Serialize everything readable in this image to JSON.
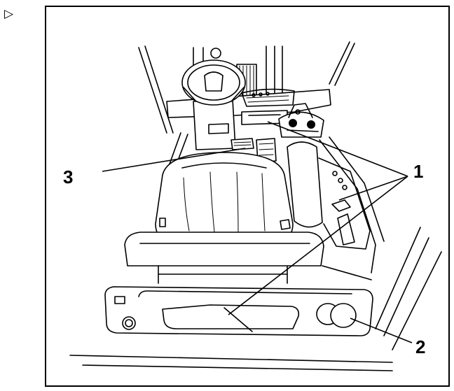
{
  "page": {
    "marker": "▷"
  },
  "figure": {
    "callouts": [
      {
        "id": "1",
        "label": "1"
      },
      {
        "id": "2",
        "label": "2"
      },
      {
        "id": "3",
        "label": "3"
      }
    ]
  }
}
